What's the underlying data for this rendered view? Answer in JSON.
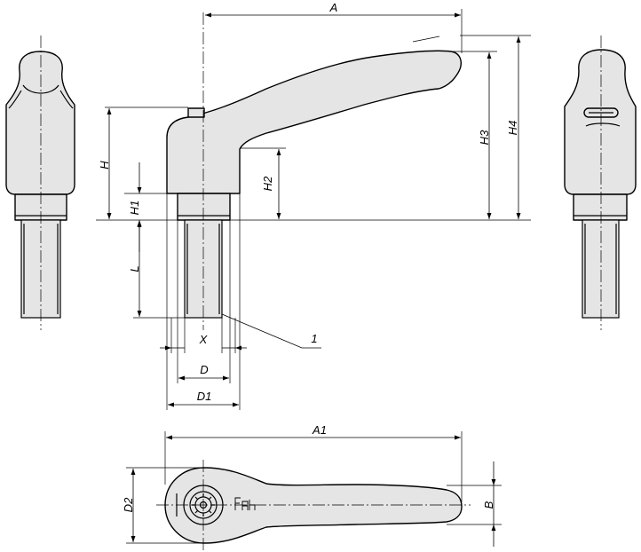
{
  "drawing": {
    "labels": {
      "A": "A",
      "A1": "A1",
      "B": "B",
      "D": "D",
      "D1": "D1",
      "D2": "D2",
      "H": "H",
      "H1": "H1",
      "H2": "H2",
      "H3": "H3",
      "H4": "H4",
      "L": "L",
      "X": "X",
      "callout_1": "1"
    }
  }
}
